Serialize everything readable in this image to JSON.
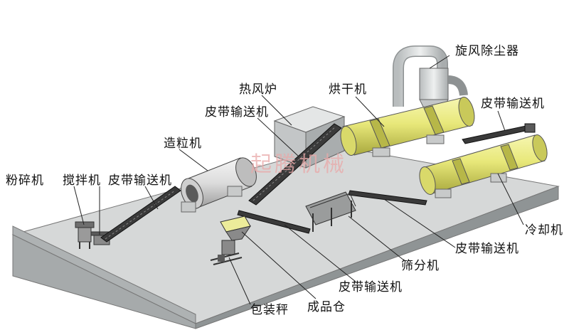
{
  "labels": {
    "crusher": "粉碎机",
    "mixer": "搅拌机",
    "conveyor_1": "皮带输送机",
    "granulator": "造粒机",
    "hot_air_furnace": "热风炉",
    "conveyor_2": "皮带输送机",
    "dryer": "烘干机",
    "cyclone": "旋风除尘器",
    "conveyor_3": "皮带输送机",
    "cooler": "冷却机",
    "conveyor_4": "皮带输送机",
    "screener": "筛分机",
    "conveyor_5": "皮带输送机",
    "packing_scale": "包装秤",
    "product_bin": "成品仓"
  },
  "watermark": "起腾机械",
  "colors": {
    "platform_top": "#d6d8d8",
    "platform_front": "#aeb2b3",
    "platform_side": "#8f9495",
    "drum_yellow": "#e8e87a",
    "drum_yellow_dark": "#b7b748",
    "granulator_gray": "#e2e2e2",
    "conveyor_dark": "#2f2f2f",
    "duct_gray": "#d0d3d4",
    "leader_line": "#222222",
    "watermark": "#e9a9a9"
  }
}
